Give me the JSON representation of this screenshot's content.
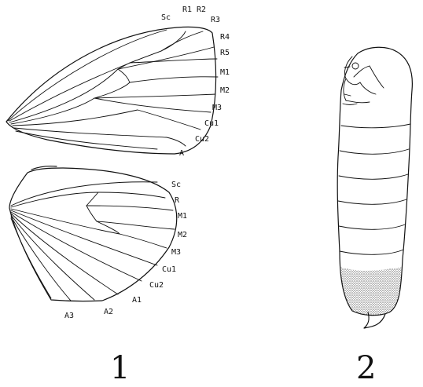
{
  "forewing": {
    "labels": [
      "Sc",
      "R1",
      "R2",
      "R3",
      "R4",
      "R5",
      "M1",
      "M2",
      "M3",
      "Cu1",
      "Cu2",
      "A"
    ]
  },
  "hindwing": {
    "labels": [
      "Sc",
      "R",
      "M1",
      "M2",
      "M3",
      "Cu1",
      "Cu2",
      "A1",
      "A2",
      "A3"
    ]
  },
  "figures": {
    "fig1": "1",
    "fig2": "2"
  }
}
